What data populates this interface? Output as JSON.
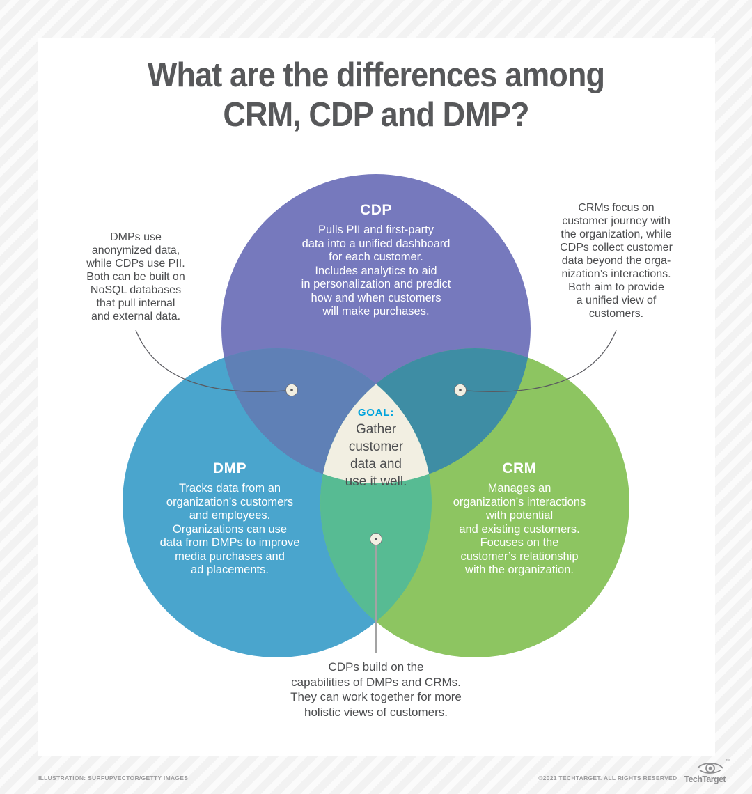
{
  "title": "What are the differences among\nCRM, CDP and DMP?",
  "colors": {
    "cdp": "#7679bd",
    "dmp": "#4aa5cd",
    "crm": "#8dc561",
    "cdp_dmp_overlap": "#5f80b6",
    "cdp_crm_overlap": "#3e8da4",
    "dmp_crm_overlap": "#57bb93",
    "center_triangle": "#f2efe2",
    "goal_accent": "#00a3dc",
    "title_text": "#57585a",
    "body_text": "#4c4d4f",
    "circle_text": "#ffffff",
    "connector_line": "#5a5a60",
    "footer_text": "#9b9b9d"
  },
  "venn": {
    "circles": [
      {
        "id": "cdp",
        "label": "CDP",
        "description": "Pulls PII and first-party\ndata into a unified dashboard\nfor each customer.\nIncludes analytics to aid\nin personalization and predict\nhow and when customers\nwill make purchases."
      },
      {
        "id": "dmp",
        "label": "DMP",
        "description": "Tracks data from an\norganization’s customers\nand employees.\nOrganizations can use\ndata from DMPs to improve\nmedia purchases and\nad placements."
      },
      {
        "id": "crm",
        "label": "CRM",
        "description": "Manages an\norganization’s interactions\nwith potential\nand existing customers.\nFocuses on the\ncustomer’s relationship\nwith the organization."
      }
    ],
    "goal": {
      "label": "GOAL:",
      "text": "Gather\ncustomer\ndata and\nuse it well."
    }
  },
  "annotations": {
    "left": "DMPs use\nanonymized data,\nwhile CDPs use PII.\nBoth can be built on\nNoSQL databases\nthat pull internal\nand external data.",
    "right": "CRMs focus on\ncustomer journey with\nthe organization, while\nCDPs collect customer\ndata beyond the orga-\nnization’s interactions.\nBoth aim to provide\na unified view of\ncustomers.",
    "bottom": "CDPs build on the\ncapabilities of DMPs and CRMs.\nThey can work together for more\nholistic views of customers."
  },
  "footer": {
    "credit": "ILLUSTRATION: SURFUPVECTOR/GETTY IMAGES",
    "copyright": "©2021 TECHTARGET. ALL RIGHTS RESERVED",
    "brand": "TechTarget",
    "trademark": "™"
  }
}
